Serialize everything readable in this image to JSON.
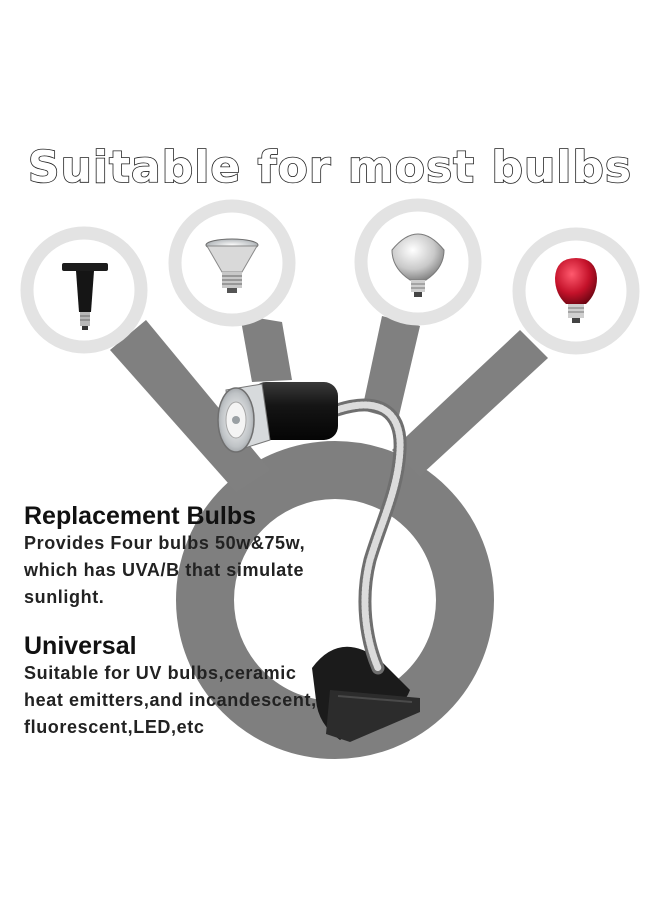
{
  "headline": "Suitable for most bulbs",
  "features": [
    {
      "title": "Replacement Bulbs",
      "lines": [
        "Provides Four bulbs 50w&75w,",
        "which has UVA/B that simulate",
        "sunlight."
      ]
    },
    {
      "title": "Universal",
      "lines": [
        "Suitable for UV bulbs,ceramic",
        "heat emitters,and incandescent,",
        "fluorescent,LED,etc"
      ]
    }
  ],
  "bulb_icons": [
    "ceramic-heat-emitter-icon",
    "uv-spot-bulb-icon",
    "silver-reflector-bulb-icon",
    "red-infrared-bulb-icon"
  ],
  "colors": {
    "connector_gray": "#808080",
    "ring_gray": "#e3e3e3",
    "red_bulb": "#c4122a",
    "lamp_shade": "#1d1d1d"
  }
}
